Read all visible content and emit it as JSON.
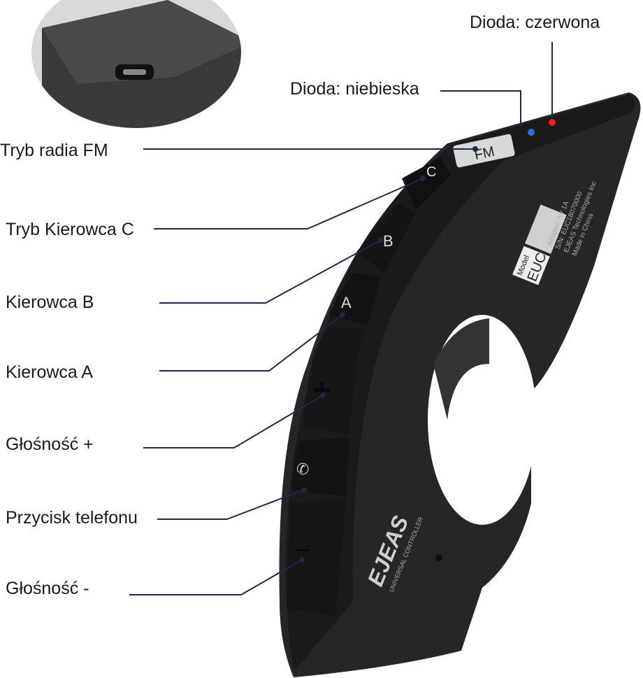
{
  "labels": {
    "led_red": "Dioda: czerwona",
    "led_blue": "Dioda: niebieska",
    "fm": "Tryb radia FM",
    "rider_c": "Tryb Kierowca C",
    "rider_b": "Kierowca B",
    "rider_a": "Kierowca A",
    "vol_up": "Głośność +",
    "phone": "Przycisk telefonu",
    "vol_down": "Głośność -"
  },
  "device": {
    "btn_fm": "FM",
    "btn_c": "C",
    "btn_b": "B",
    "btn_a": "A",
    "btn_plus": "+",
    "btn_minus": "−",
    "model_label": "Model",
    "model_value": "EUC",
    "spec_lines": [
      "Adapter: 5V 1A",
      "S/N: EUC18070000",
      "EJEAS Technologies Inc",
      "Made in China"
    ],
    "brand": "EJEAS",
    "tagline": "UNIVERSAL CONTROLLER"
  },
  "colors": {
    "led_red": "#e8202a",
    "led_blue": "#2a6ee8",
    "leader": "#1c2a44",
    "body": "#232323"
  }
}
